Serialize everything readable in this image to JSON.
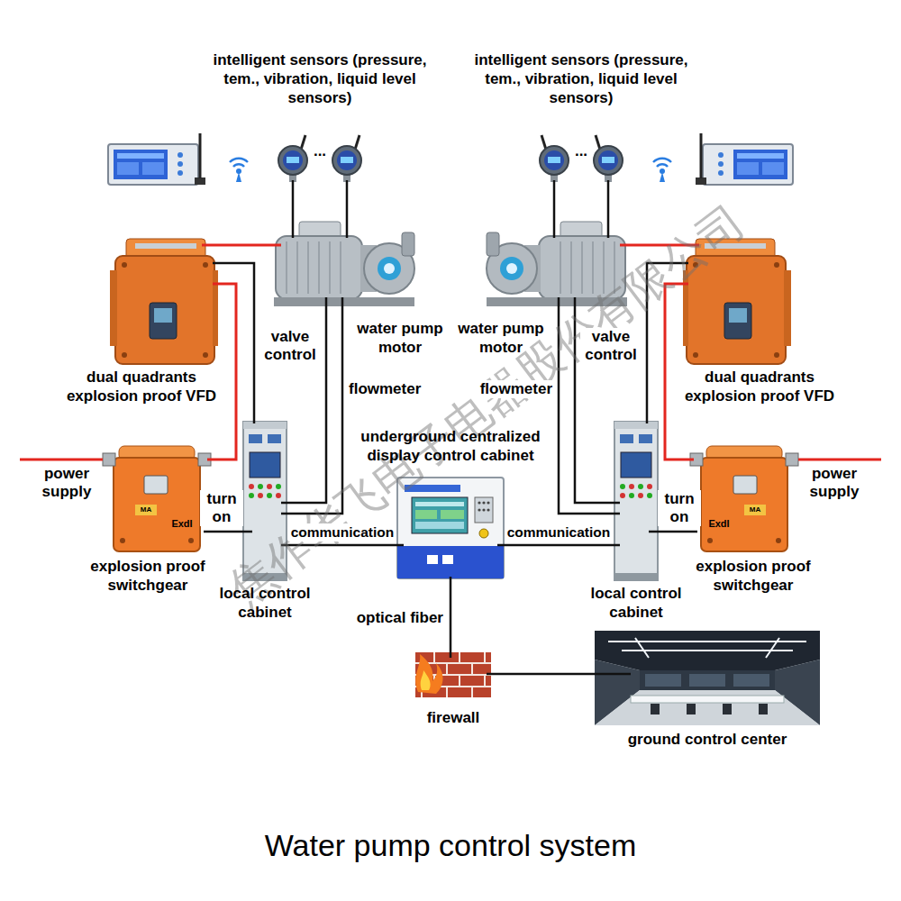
{
  "diagram": {
    "title": "Water pump control system",
    "nodes": [
      {
        "text": [
          "intelligent sensors (pressure, tem., vibration, liquid level sensors)"
        ]
      },
      {
        "text": [
          "intelligent sensors (pressure, tem., vibration, liquid level sensors)"
        ]
      },
      {
        "text": [
          "water pump motor"
        ]
      },
      {
        "text": [
          "water pump motor"
        ]
      },
      {
        "text": [
          "dual quadrants explosion proof VFD"
        ]
      },
      {
        "text": [
          "dual quadrants explosion proof VFD"
        ]
      },
      {
        "text": [
          "explosion proof switchgear"
        ]
      },
      {
        "text": [
          "local control cabinet"
        ]
      },
      {
        "text": [
          "underground centralized display control cabinet"
        ]
      },
      {
        "text": [
          "local control cabinet"
        ]
      },
      {
        "text": [
          "explosion proof switchgear"
        ]
      },
      {
        "text": [
          "firewall"
        ]
      },
      {
        "text": [
          "ground control center"
        ]
      }
    ],
    "edges": [
      {
        "from": 0,
        "to": 2,
        "arrow": "none"
      },
      {
        "from": 0,
        "to": 2,
        "arrow": "none"
      },
      {
        "from": 1,
        "to": 3,
        "arrow": "none"
      },
      {
        "from": 1,
        "to": 3,
        "arrow": "none"
      },
      {
        "from": 6,
        "to": 4,
        "arrow": "none"
      },
      {
        "from": 4,
        "to": 2,
        "arrow": "none"
      },
      {
        "from": 7,
        "to": 4,
        "arrow": "none"
      },
      {
        "from": 2,
        "to": 7,
        "label": "valve control",
        "arrow": "none"
      },
      {
        "from": 2,
        "to": 7,
        "label": "flowmeter",
        "arrow": "none"
      },
      {
        "from": 6,
        "to": 7,
        "label": "turn on",
        "arrow": "none"
      },
      {
        "from": 7,
        "to": 8,
        "label": "communication",
        "arrow": "none"
      },
      {
        "from": 10,
        "to": 5,
        "arrow": "none"
      },
      {
        "from": 5,
        "to": 3,
        "arrow": "none"
      },
      {
        "from": 9,
        "to": 5,
        "arrow": "none"
      },
      {
        "from": 3,
        "to": 9,
        "label": "valve control",
        "arrow": "none"
      },
      {
        "from": 3,
        "to": 9,
        "label": "flowmeter",
        "arrow": "none"
      },
      {
        "from": 10,
        "to": 9,
        "label": "turn on",
        "arrow": "none"
      },
      {
        "from": 9,
        "to": 8,
        "label": "communication",
        "arrow": "none"
      },
      {
        "from": 8,
        "to": 11,
        "label": "optical fiber",
        "arrow": "none"
      },
      {
        "from": 11,
        "to": 12,
        "arrow": "none"
      }
    ],
    "labels": [
      "power supply",
      "power supply",
      "...",
      "...",
      "ExdI",
      "ExdI",
      "MA",
      "MA",
      "焦作华飞电子电器股份有限公司"
    ]
  }
}
